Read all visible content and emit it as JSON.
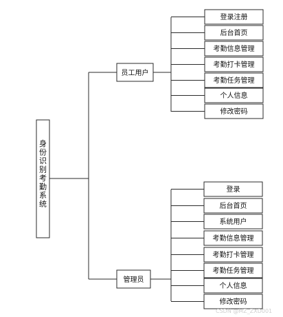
{
  "root": "身份识别考勤系统",
  "branches": [
    {
      "label": "员工用户",
      "items": [
        "登录注册",
        "后台首页",
        "考勤信息管理",
        "考勤打卡管理",
        "考勤任务管理",
        "个人信息",
        "修改密码"
      ]
    },
    {
      "label": "管理员",
      "items": [
        "登录",
        "后台首页",
        "系统用户",
        "考勤信息管理",
        "考勤打卡管理",
        "考勤任务管理",
        "个人信息",
        "修改密码"
      ]
    }
  ],
  "watermark": "CSDN @MZ_ZXD001"
}
